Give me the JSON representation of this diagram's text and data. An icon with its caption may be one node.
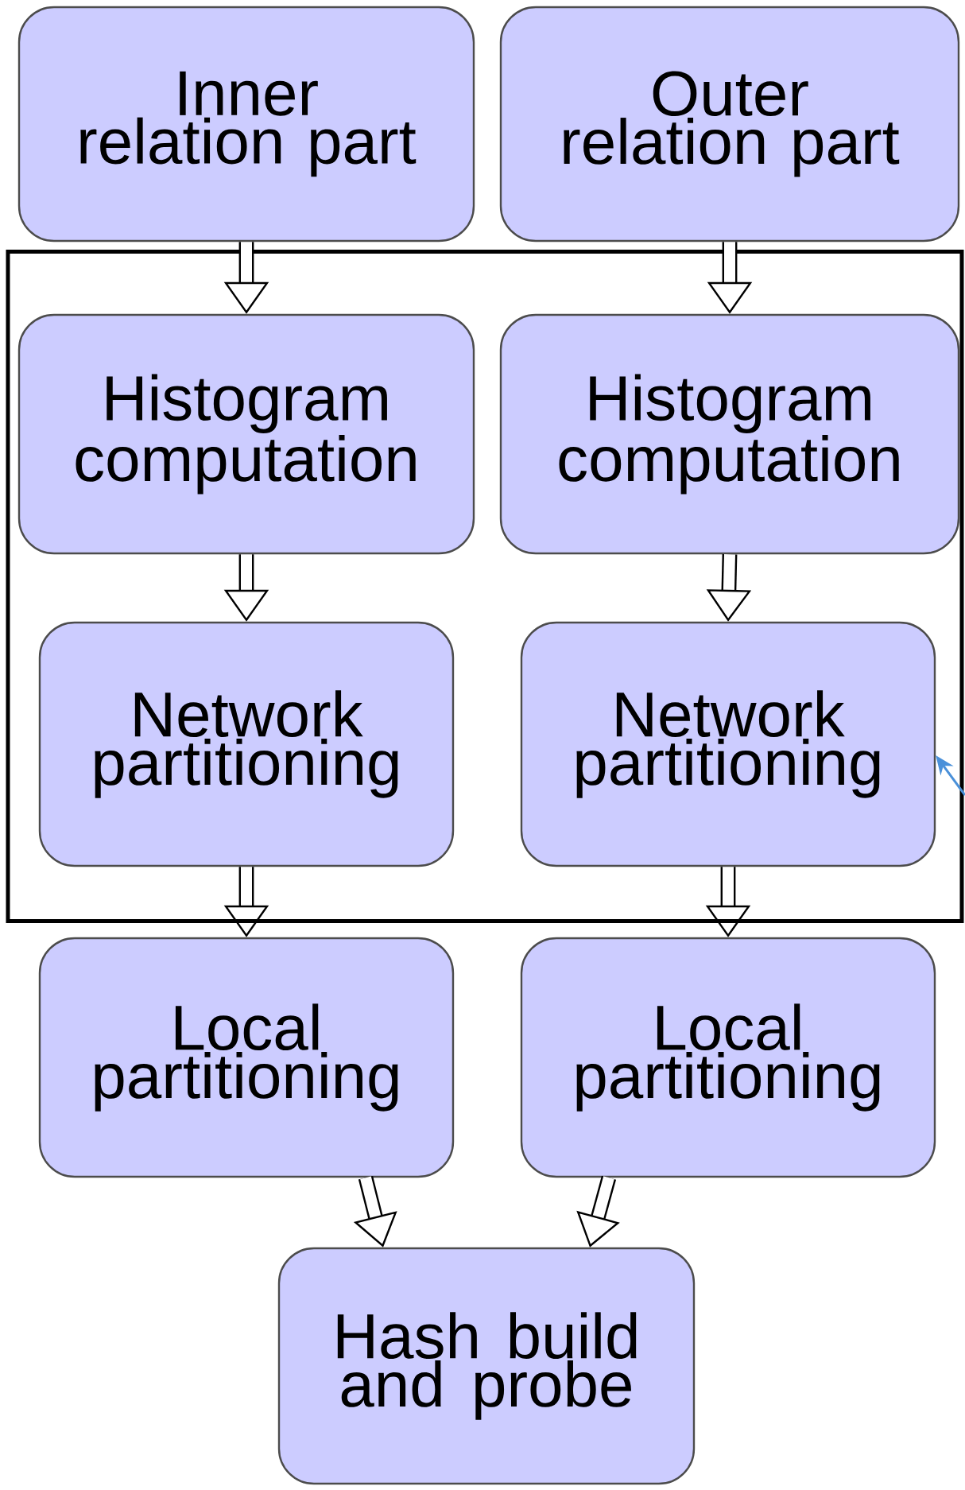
{
  "diagram": {
    "nodes": [
      {
        "text": [
          "Inner relation part"
        ]
      },
      {
        "text": [
          "Outer relation part"
        ]
      },
      {
        "text": [],
        "shape": "box"
      },
      {
        "text": [
          "Histogram computation"
        ],
        "in": 2
      },
      {
        "text": [
          "Histogram computation"
        ],
        "in": 2
      },
      {
        "text": [
          "Network partitioning"
        ],
        "in": 2
      },
      {
        "text": [
          "Network partitioning"
        ],
        "in": 2
      },
      {
        "text": [
          "Local partitioning"
        ]
      },
      {
        "text": [
          "Local partitioning"
        ]
      },
      {
        "text": [
          "Hash build and probe"
        ]
      }
    ],
    "edges": [
      {
        "from": 0,
        "to": 3,
        "arrow": "to"
      },
      {
        "from": 1,
        "to": 4,
        "arrow": "to"
      },
      {
        "from": 3,
        "to": 5,
        "arrow": "to"
      },
      {
        "from": 4,
        "to": 6,
        "arrow": "to"
      },
      {
        "from": 5,
        "to": 7,
        "arrow": "to"
      },
      {
        "from": 6,
        "to": 8,
        "arrow": "to"
      },
      {
        "from": 7,
        "to": 9,
        "arrow": "to"
      },
      {
        "from": 8,
        "to": 9,
        "arrow": "to"
      },
      {
        "from": null,
        "to": 6,
        "arrow": "to",
        "color": "#4a90d9"
      }
    ]
  }
}
